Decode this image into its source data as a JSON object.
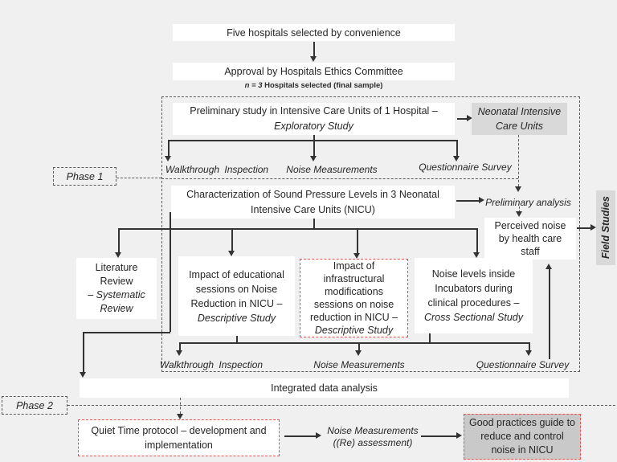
{
  "diagram": {
    "top": {
      "five_hospitals": "Five hospitals selected by convenience",
      "ethics_approval": "Approval by Hospitals Ethics Committee",
      "sample_note_n": "n = 3",
      "sample_note_rest": " Hospitals selected (final sample)"
    },
    "phase1": {
      "label": "Phase 1",
      "preliminary_study_main": "Preliminary study in Intensive Care Units of 1 Hospital –",
      "preliminary_study_sub": "Exploratory Study",
      "neonatal_icu": "Neonatal Intensive Care Units",
      "methods_top": {
        "walkthrough": "Walkthrough Inspection",
        "noise": "Noise Measurements",
        "questionnaire": "Questionnaire Survey"
      },
      "characterization": "Characterization of Sound Pressure Levels in 3 Neonatal Intensive Care Units (NICU)",
      "preliminary_analysis": "Preliminary analysis",
      "perceived_noise": "Perceived noise by health care staff",
      "literature_main": "Literature Review",
      "literature_sub": "– Systematic Review",
      "educational_main": "Impact of educational sessions on Noise Reduction in NICU –",
      "educational_sub": "Descriptive Study",
      "infrastructural_main": "Impact of infrastructural modifications sessions on noise reduction in NICU –",
      "infrastructural_sub": "Descriptive Study",
      "incubators_main": "Noise levels inside Incubators during clinical procedures –",
      "incubators_sub": "Cross Sectional Study",
      "methods_bottom": {
        "walkthrough": "Walkthrough Inspection",
        "noise": "Noise Measurements",
        "questionnaire": "Questionnaire Survey"
      }
    },
    "field_studies": "Field Studies",
    "integrated_analysis": "Integrated data analysis",
    "phase2": {
      "label": "Phase 2",
      "quiet_time": "Quiet Time protocol – development and implementation",
      "reassessment_line1": "Noise Measurements",
      "reassessment_line2": "((Re) assessment)",
      "good_practices": "Good practices guide to reduce and control noise in NICU"
    },
    "colors": {
      "background": "#f0f0f0",
      "box_white": "#ffffff",
      "box_gray": "#d9d9d9",
      "box_gray_dark": "#c9c9c9",
      "red_border": "#f24b4b",
      "line": "#333333"
    }
  }
}
